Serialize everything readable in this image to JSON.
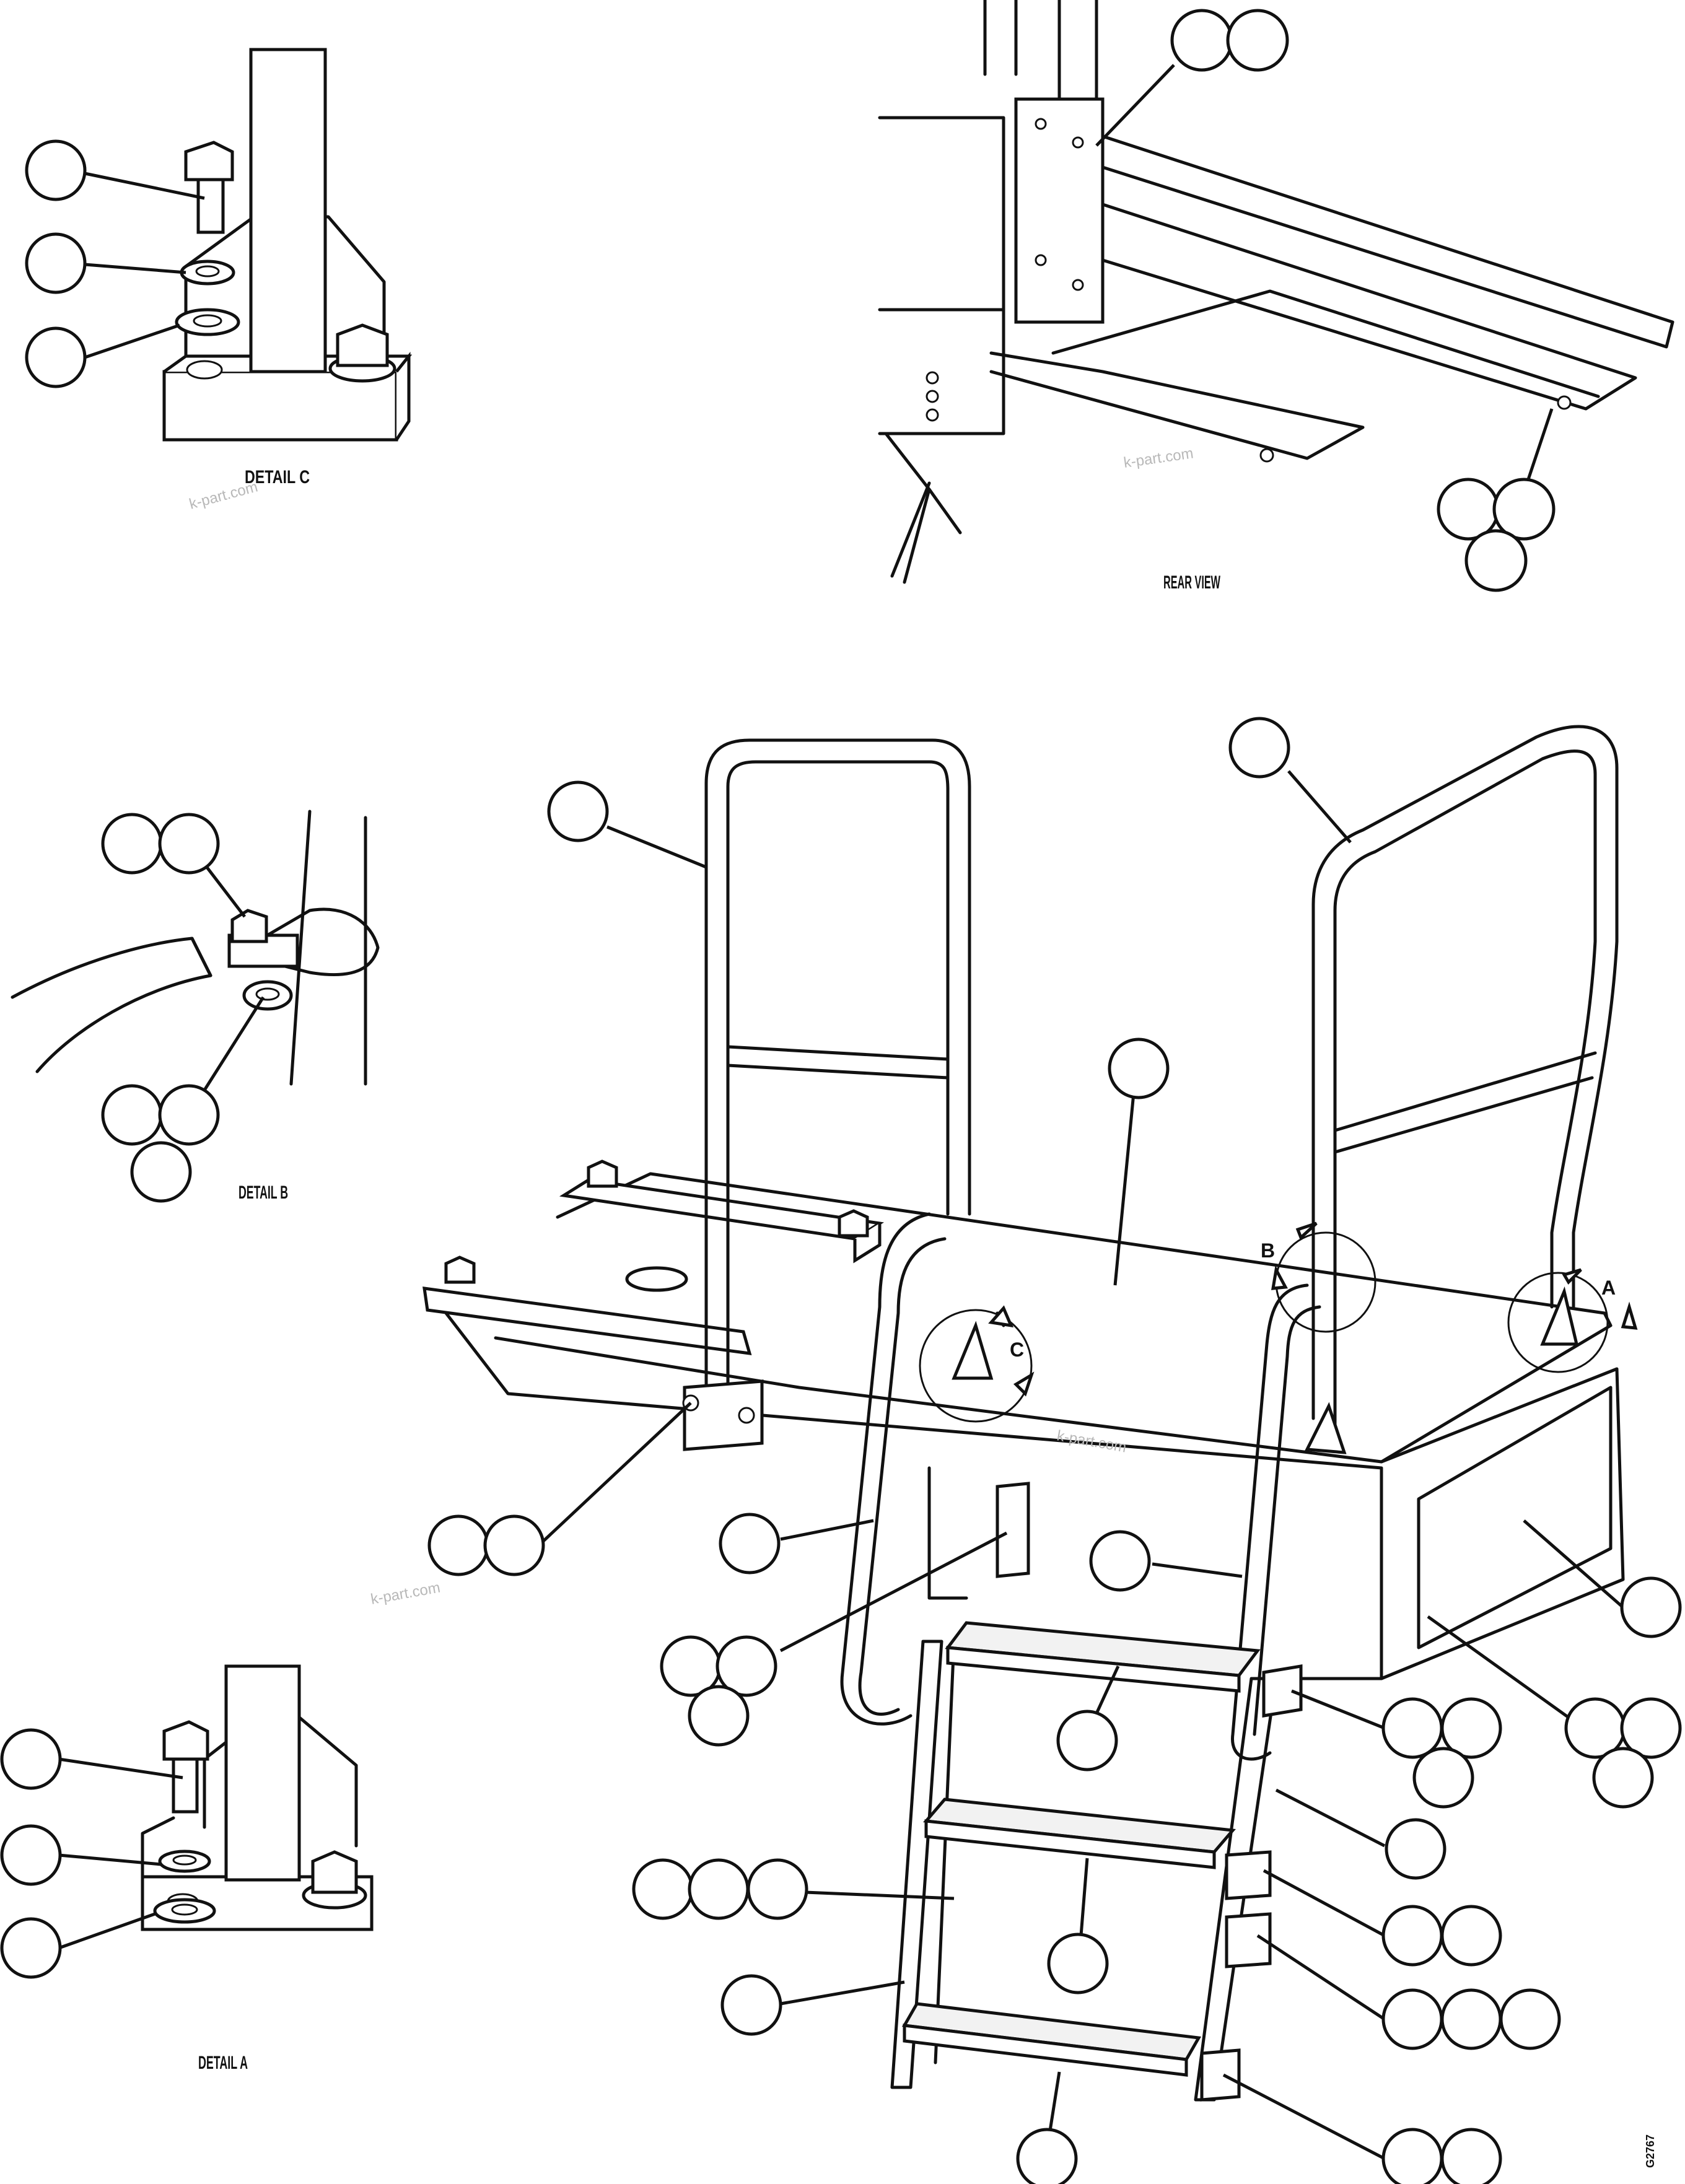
{
  "labels": {
    "detail_c": "DETAIL C",
    "detail_b": "DETAIL B",
    "detail_a": "DETAIL A",
    "rear_view": "REAR VIEW",
    "marker_a": "A",
    "marker_b": "B",
    "marker_c": "C",
    "code": "G2767"
  },
  "watermarks": [
    "k-part.com",
    "k-part.com",
    "k-part.com",
    "k-part.com"
  ]
}
